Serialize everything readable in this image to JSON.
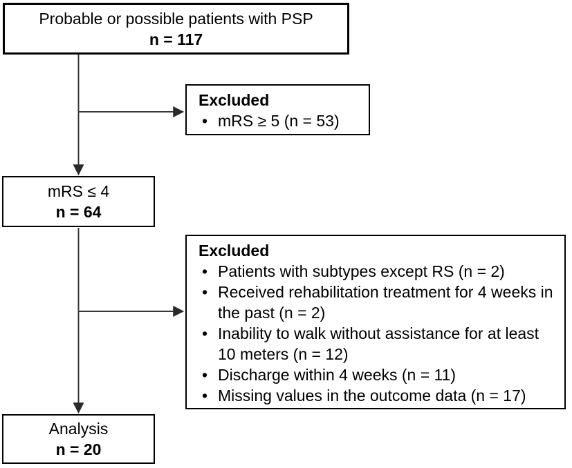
{
  "diagram": {
    "background_color": "#ffffff",
    "box_border_color": "#000000",
    "text_color": "#000000",
    "connector_color": "#3a3a3a",
    "bullet": "•",
    "nodes": {
      "enrollment": {
        "label": "Probable or possible patients with PSP",
        "count": "n = 117"
      },
      "excluded_first": {
        "heading": "Excluded",
        "items": [
          "mRS ≥ 5 (n = 53)"
        ]
      },
      "mrs_le4": {
        "label": "mRS ≤ 4",
        "count": "n = 64"
      },
      "excluded_second": {
        "heading": "Excluded",
        "items": [
          "Patients with subtypes except RS (n = 2)",
          "Received rehabilitation treatment for 4 weeks in the past (n = 2)",
          "Inability to walk without assistance for at least 10 meters (n = 12)",
          "Discharge within 4 weeks (n = 11)",
          "Missing values in the outcome data (n = 17)"
        ]
      },
      "analysis": {
        "label": "Analysis",
        "count": "n = 20"
      }
    }
  }
}
